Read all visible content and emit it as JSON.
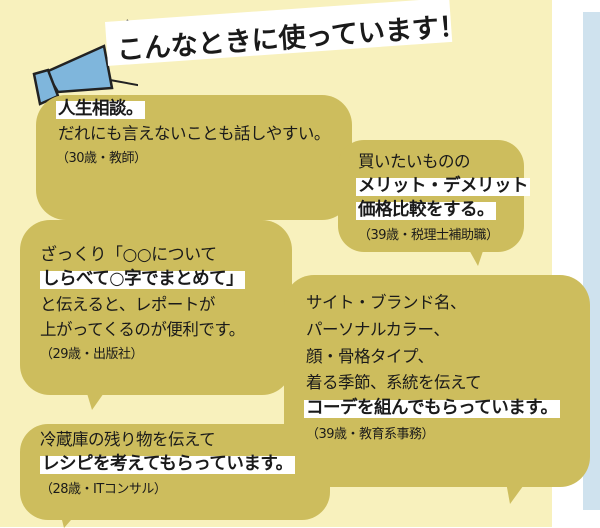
{
  "header": {
    "title": "こんなときに使っています！"
  },
  "colors": {
    "background": "#f8f1bd",
    "bubble": "#cdbd5d",
    "megaphone": "#7fb6dc",
    "side_panel": "#cfe2ee"
  },
  "bubbles": [
    {
      "lines": [
        "人生相談。",
        "だれにも言えないことも話しやすい。"
      ],
      "note": "（30歳・教師）"
    },
    {
      "lines": [
        "買いたいものの",
        "メリット・デメリット",
        "価格比較をする。"
      ],
      "note": "（39歳・税理士補助職）"
    },
    {
      "lines": [
        "ざっくり「○○について",
        "しらべて○字でまとめて」",
        "と伝えると、レポートが",
        "上がってくるのが便利です。"
      ],
      "note": "（29歳・出版社）"
    },
    {
      "lines": [
        "サイト・ブランド名、",
        "パーソナルカラー、",
        "顔・骨格タイプ、",
        "着る季節、系統を伝えて",
        "コーデを組んでもらっています。"
      ],
      "note": "（39歳・教育系事務）"
    },
    {
      "lines": [
        "冷蔵庫の残り物を伝えて",
        "レシピを考えてもらっています。"
      ],
      "note": "（28歳・ITコンサル）"
    }
  ]
}
